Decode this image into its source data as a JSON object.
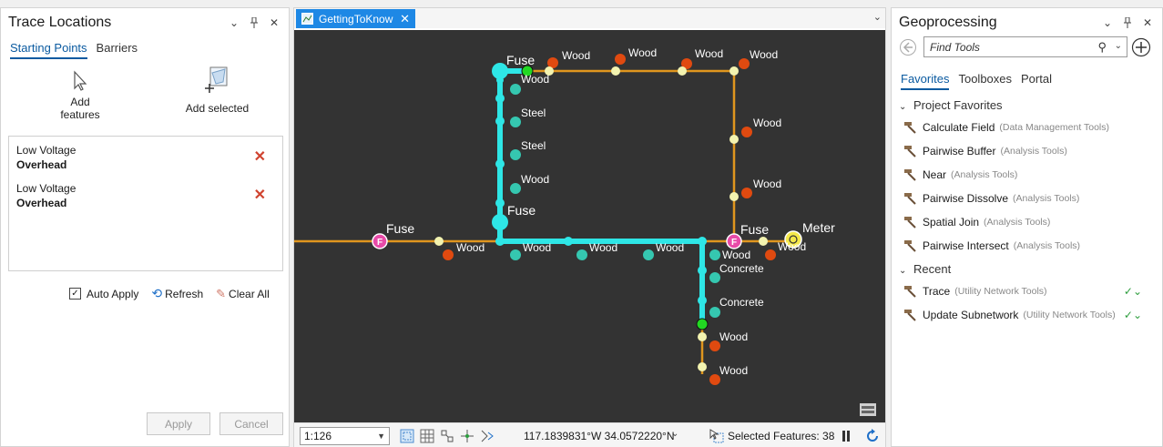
{
  "left_pane": {
    "title": "Trace Locations",
    "tabs": [
      "Starting Points",
      "Barriers"
    ],
    "add_features_label": "Add\nfeatures",
    "add_selected_label": "Add selected",
    "points": [
      {
        "line1": "Low Voltage",
        "line2": "Overhead"
      },
      {
        "line1": "Low Voltage",
        "line2": "Overhead"
      }
    ],
    "auto_apply_label": "Auto Apply",
    "refresh_label": "Refresh",
    "clear_all_label": "Clear All",
    "apply_label": "Apply",
    "cancel_label": "Cancel"
  },
  "map": {
    "tab_title": "GettingToKnow",
    "scale": "1:126",
    "coordinates": "117.1839831°W 34.0572220°N",
    "selected_features": "Selected Features: 38",
    "labels": {
      "fuse": "Fuse",
      "meter": "Meter",
      "wood": "Wood",
      "steel": "Steel",
      "concrete": "Concrete",
      "fuse_symbol": "F"
    },
    "colors": {
      "background": "#333333",
      "line": "#e0961e",
      "trace": "#2ee6e6",
      "pole": "#e04a10",
      "node": "#f3f3b0",
      "fuse": "#e84aa8",
      "start": "#22d822",
      "meter": "#f5e94a"
    }
  },
  "right_pane": {
    "title": "Geoprocessing",
    "search_placeholder": "Find Tools",
    "tabs": [
      "Favorites",
      "Toolboxes",
      "Portal"
    ],
    "project_favorites_label": "Project Favorites",
    "favorites": [
      {
        "name": "Calculate Field",
        "category": "(Data Management Tools)"
      },
      {
        "name": "Pairwise Buffer",
        "category": "(Analysis Tools)"
      },
      {
        "name": "Near",
        "category": "(Analysis Tools)"
      },
      {
        "name": "Pairwise Dissolve",
        "category": "(Analysis Tools)"
      },
      {
        "name": "Spatial Join",
        "category": "(Analysis Tools)"
      },
      {
        "name": "Pairwise Intersect",
        "category": "(Analysis Tools)"
      }
    ],
    "recent_label": "Recent",
    "recent": [
      {
        "name": "Trace",
        "category": "(Utility Network Tools)"
      },
      {
        "name": "Update Subnetwork",
        "category": "(Utility Network Tools)"
      }
    ]
  }
}
